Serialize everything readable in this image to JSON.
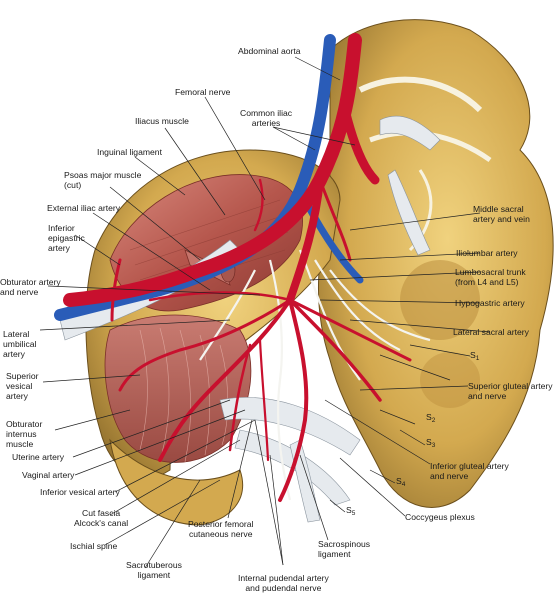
{
  "labels": {
    "abdominal_aorta": "Abdominal aorta",
    "femoral_nerve": "Femoral nerve",
    "common_iliac": "Common iliac\narteries",
    "iliacus": "Iliacus muscle",
    "inguinal": "Inguinal ligament",
    "psoas": "Psoas major muscle\n(cut)",
    "ext_iliac": "External iliac artery",
    "inf_epigastric": "Inferior\nepigastric\nartery",
    "obturator_artery": "Obturator artery\nand nerve",
    "lat_umbilical": "Lateral\numbilical\nartery",
    "sup_vesical": "Superior\nvesical\nartery",
    "obt_internus": "Obturator\ninternus\nmuscle",
    "uterine": "Uterine artery",
    "vaginal": "Vaginal artery",
    "inf_vesical": "Inferior vesical artery",
    "cut_fascia": "Cut fascia\nAlcock's canal",
    "ischial_spine": "Ischial spine",
    "sacrotuberous": "Sacrotuberous\nligament",
    "post_femoral": "Posterior femoral\ncutaneous nerve",
    "internal_pudendal": "Internal pudendal artery\nand pudendal nerve",
    "sacrospinous": "Sacrospinous\nligament",
    "coccygeus": "Coccygeus plexus",
    "inf_gluteal": "Inferior gluteal artery\nand nerve",
    "sup_gluteal": "Superior gluteal artery\nand nerve",
    "lat_sacral": "Lateral sacral artery",
    "hypogastric": "Hypogastric artery",
    "lumbosacral": "Lumbosacral trunk\n(from L4 and L5)",
    "iliolumbar": "Iliolumbar artery",
    "mid_sacral": "Middle sacral\nartery and vein"
  },
  "sacral": {
    "s1": {
      "base": "S",
      "sub": "1"
    },
    "s2": {
      "base": "S",
      "sub": "2"
    },
    "s3": {
      "base": "S",
      "sub": "3"
    },
    "s4": {
      "base": "S",
      "sub": "4"
    },
    "s5": {
      "base": "S",
      "sub": "5"
    }
  },
  "colors": {
    "artery": "#c8102e",
    "vein": "#2a5cb8",
    "bone": "#d9b25a",
    "muscle": "#b8635a",
    "ligament": "#e4e8ec",
    "leader": "#222222"
  }
}
